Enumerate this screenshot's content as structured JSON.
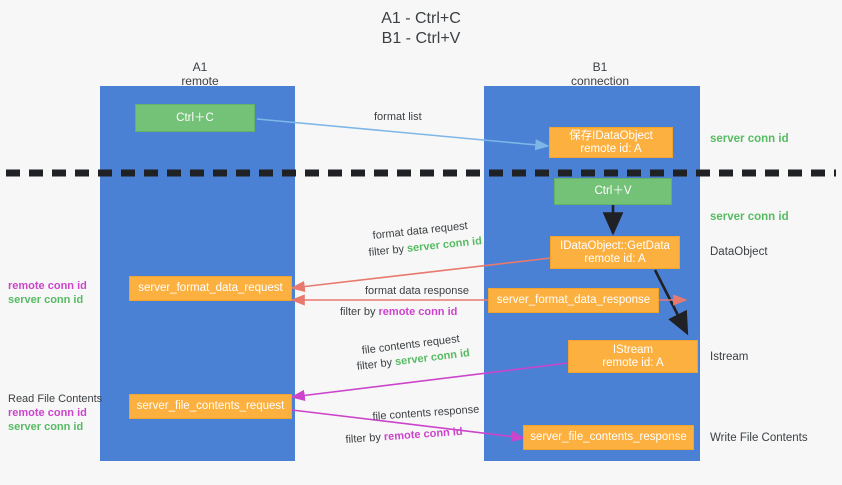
{
  "title": {
    "line1": "A1 - Ctrl+C",
    "line2": "B1 - Ctrl+V"
  },
  "columns": [
    {
      "name": "A1",
      "sub": "remote"
    },
    {
      "name": "B1",
      "sub": "connection"
    }
  ],
  "colors": {
    "lane": "#4a81d4",
    "green_node": "#74c178",
    "orange_node": "#fbb040",
    "server_conn": "#57bb63",
    "remote_conn": "#cc44cc",
    "arrow_blue": "#7eb6e8",
    "arrow_red": "#e8796e",
    "arrow_magenta": "#cc44cc",
    "arrow_black": "#202124",
    "divider": "#202124"
  },
  "nodes": {
    "ctrl_c": {
      "l1": "Ctrl＋C",
      "l2": ""
    },
    "ctrl_v": {
      "l1": "Ctrl＋V",
      "l2": ""
    },
    "save_idataobject": {
      "l1": "保存IDataObject",
      "l2": "remote id: A"
    },
    "getdata": {
      "l1": "IDataObject::GetData",
      "l2": "remote id: A"
    },
    "istream": {
      "l1": "IStream",
      "l2": "remote id: A"
    },
    "server_format_data_request": {
      "l1": "server_format_data_request",
      "l2": ""
    },
    "server_format_data_response": {
      "l1": "server_format_data_response",
      "l2": ""
    },
    "server_file_contents_request": {
      "l1": "server_file_contents_request",
      "l2": ""
    },
    "server_file_contents_response": {
      "l1": "server_file_contents_response",
      "l2": ""
    }
  },
  "edge_labels": {
    "format_list": "format list",
    "format_data_request": "format data request",
    "format_data_request_filter_prefix": "filter by ",
    "format_data_request_filter_key": "server conn id",
    "format_data_response": "format data response",
    "format_data_response_filter_prefix": "filter by ",
    "format_data_response_filter_key": "remote conn id",
    "file_contents_request": "file contents request",
    "file_contents_request_filter_prefix": "filter by ",
    "file_contents_request_filter_key": "server conn id",
    "file_contents_response": "file contents response",
    "file_contents_response_filter_prefix": "filter by ",
    "file_contents_response_filter_key": "remote conn id"
  },
  "right_labels": {
    "server_conn_top": "server conn id",
    "server_conn_mid": "server conn id",
    "dataobject": "DataObject",
    "istream": "Istream",
    "write_file_contents": "Write File Contents"
  },
  "left_labels": {
    "mid_remote": "remote conn id",
    "mid_server": "server conn id",
    "read_file_contents": "Read File Contents",
    "low_remote": "remote conn id",
    "low_server": "server conn id"
  }
}
